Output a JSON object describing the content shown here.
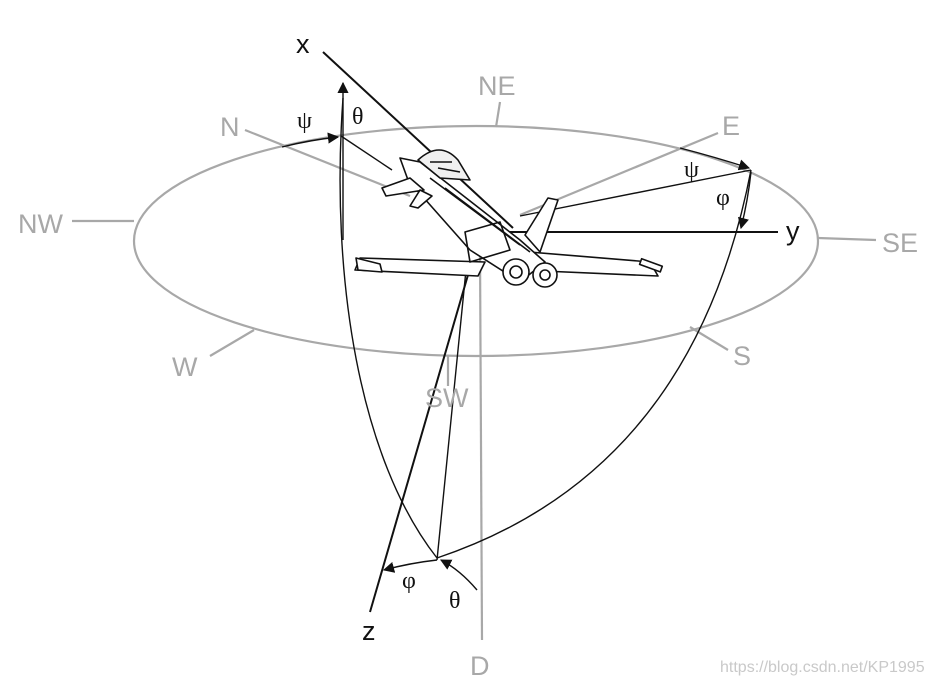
{
  "compass": {
    "n": "N",
    "ne": "NE",
    "e": "E",
    "se": "SE",
    "s": "S",
    "sw": "SW",
    "w": "W",
    "nw": "NW",
    "d": "D"
  },
  "axes": {
    "x": "x",
    "y": "y",
    "z": "z"
  },
  "angles": {
    "psi": "ψ",
    "theta": "θ",
    "phi": "φ"
  },
  "colors": {
    "horizon_gray": "#a8a8a8",
    "line_black": "#111111"
  },
  "icons": [
    "fighter-jet-icon"
  ],
  "watermark": "https://blog.csdn.net/KP1995"
}
